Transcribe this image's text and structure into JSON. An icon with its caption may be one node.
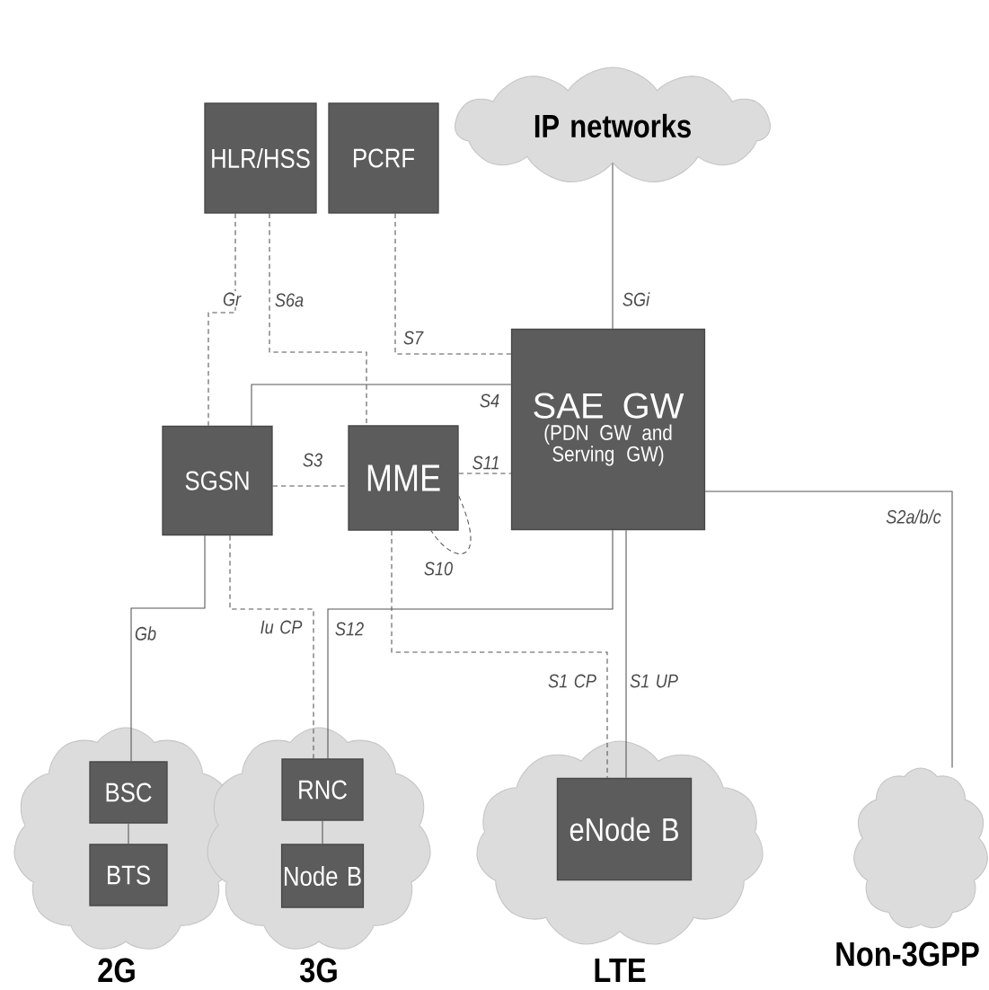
{
  "diagram": {
    "nodes": [
      {
        "text": [
          "HLR/HSS"
        ]
      },
      {
        "text": [
          "PCRF"
        ]
      },
      {
        "text": [
          "IP networks"
        ]
      },
      {
        "text": [
          "SAE GW",
          "(PDN GW and Serving GW)"
        ]
      },
      {
        "text": [
          "SGSN"
        ]
      },
      {
        "text": [
          "MME"
        ]
      },
      {
        "text": [],
        "shape": "cloud",
        "beside": [
          "2G"
        ]
      },
      {
        "text": [
          "BSC"
        ],
        "in": 6
      },
      {
        "text": [
          "BTS"
        ],
        "in": 6
      },
      {
        "text": [],
        "shape": "cloud",
        "beside": [
          "3G"
        ]
      },
      {
        "text": [
          "RNC"
        ],
        "in": 9
      },
      {
        "text": [
          "Node B"
        ],
        "in": 9
      },
      {
        "text": [],
        "shape": "cloud",
        "beside": [
          "LTE"
        ]
      },
      {
        "text": [
          "eNode B"
        ],
        "in": 12
      },
      {
        "text": [],
        "shape": "cloud",
        "beside": [
          "Non-3GPP"
        ]
      }
    ],
    "edges": [
      {
        "from": 0,
        "to": 4,
        "arrow": "none",
        "label": "Gr",
        "style": "dashed"
      },
      {
        "from": 0,
        "to": 5,
        "arrow": "none",
        "label": "S6a",
        "style": "dashed"
      },
      {
        "from": 1,
        "to": 3,
        "arrow": "none",
        "label": "S7",
        "style": "dashed"
      },
      {
        "from": 2,
        "to": 3,
        "arrow": "none",
        "label": "SGi"
      },
      {
        "from": 4,
        "to": 3,
        "arrow": "none",
        "label": "S4"
      },
      {
        "from": 4,
        "to": 5,
        "arrow": "none",
        "label": "S3",
        "style": "dashed"
      },
      {
        "from": 5,
        "to": 3,
        "arrow": "none",
        "label": "S11",
        "style": "dashed"
      },
      {
        "from": 5,
        "to": 5,
        "arrow": "none",
        "label": "S10",
        "style": "dashed"
      },
      {
        "from": 4,
        "to": 7,
        "arrow": "none",
        "label": "Gb"
      },
      {
        "from": 4,
        "to": 10,
        "arrow": "none",
        "label": "Iu CP",
        "style": "dashed"
      },
      {
        "from": 3,
        "to": 10,
        "arrow": "none",
        "label": "S12"
      },
      {
        "from": 5,
        "to": 13,
        "arrow": "none",
        "label": "S1 CP",
        "style": "dashed"
      },
      {
        "from": 3,
        "to": 13,
        "arrow": "none",
        "label": "S1 UP"
      },
      {
        "from": 3,
        "to": 14,
        "arrow": "none",
        "label": "S2a/b/c"
      },
      {
        "from": 7,
        "to": 8,
        "arrow": "none"
      },
      {
        "from": 10,
        "to": 11,
        "arrow": "none"
      }
    ]
  }
}
